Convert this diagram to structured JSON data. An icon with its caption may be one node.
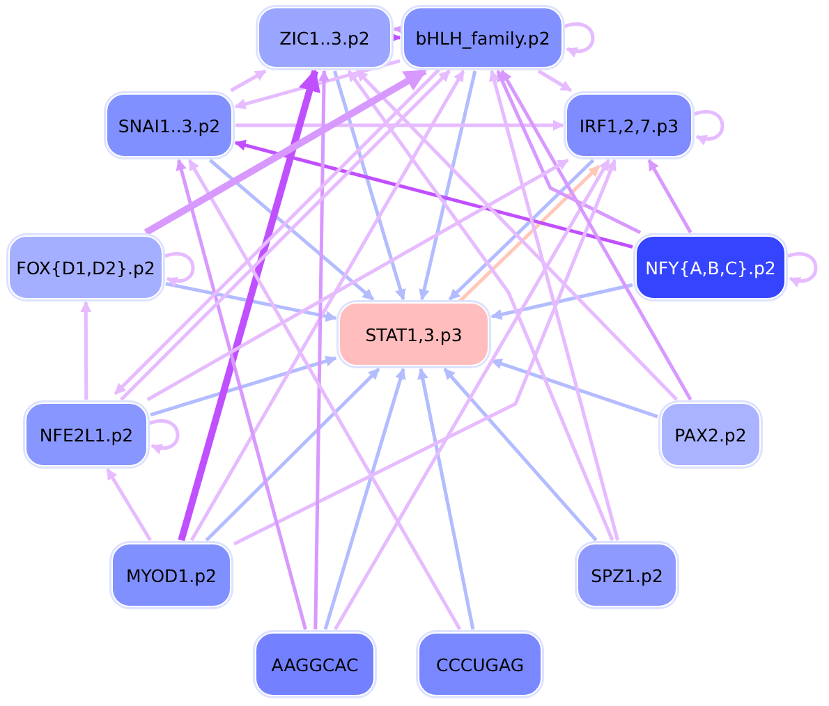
{
  "diagram": {
    "nodes": [
      {
        "text": [
          "ZIC1..3.p2"
        ]
      },
      {
        "text": [
          "bHLH_family.p2"
        ]
      },
      {
        "text": [
          "SNAI1..3.p2"
        ]
      },
      {
        "text": [
          "IRF1,2,7.p3"
        ]
      },
      {
        "text": [
          "FOX{D1,D2}.p2"
        ]
      },
      {
        "text": [
          "NFY{A,B,C}.p2"
        ]
      },
      {
        "text": [
          "STAT1,3.p3"
        ]
      },
      {
        "text": [
          "NFE2L1.p2"
        ]
      },
      {
        "text": [
          "PAX2.p2"
        ]
      },
      {
        "text": [
          "MYOD1.p2"
        ]
      },
      {
        "text": [
          "SPZ1.p2"
        ]
      },
      {
        "text": [
          "AAGGCAC"
        ]
      },
      {
        "text": [
          "CCCUGAG"
        ]
      }
    ],
    "edges": [
      {
        "from": 0,
        "to": 6,
        "arrow": "to",
        "color": "#b3bcff"
      },
      {
        "from": 1,
        "to": 6,
        "arrow": "to",
        "color": "#b3bcff"
      },
      {
        "from": 2,
        "to": 6,
        "arrow": "to",
        "color": "#b3bcff"
      },
      {
        "from": 4,
        "to": 6,
        "arrow": "to",
        "color": "#b3bcff"
      },
      {
        "from": 5,
        "to": 6,
        "arrow": "to",
        "color": "#b3bcff"
      },
      {
        "from": 3,
        "to": 6,
        "arrow": "to",
        "color": "#b3bcff"
      },
      {
        "from": 7,
        "to": 6,
        "arrow": "to",
        "color": "#b3bcff"
      },
      {
        "from": 8,
        "to": 6,
        "arrow": "to",
        "color": "#b3bcff"
      },
      {
        "from": 9,
        "to": 6,
        "arrow": "to",
        "color": "#b3bcff"
      },
      {
        "from": 10,
        "to": 6,
        "arrow": "to",
        "color": "#b3bcff"
      },
      {
        "from": 11,
        "to": 6,
        "arrow": "to",
        "color": "#b3bcff"
      },
      {
        "from": 12,
        "to": 6,
        "arrow": "to",
        "color": "#b3bcff"
      },
      {
        "from": 6,
        "to": 3,
        "arrow": "to",
        "color": "#ffc8b8"
      },
      {
        "from": 0,
        "to": 1,
        "arrow": "to",
        "color": "#c050ff"
      },
      {
        "from": 1,
        "to": 0,
        "arrow": "to",
        "color": "#d899ff"
      },
      {
        "from": 1,
        "to": 1,
        "arrow": "to"
      },
      {
        "from": 3,
        "to": 3,
        "arrow": "to"
      },
      {
        "from": 4,
        "to": 4,
        "arrow": "to"
      },
      {
        "from": 5,
        "to": 5,
        "arrow": "to"
      },
      {
        "from": 7,
        "to": 7,
        "arrow": "to"
      },
      {
        "from": 2,
        "to": 0,
        "arrow": "to"
      },
      {
        "from": 1,
        "to": 2,
        "arrow": "to"
      },
      {
        "from": 1,
        "to": 3,
        "arrow": "to"
      },
      {
        "from": 2,
        "to": 3,
        "arrow": "to"
      },
      {
        "from": 5,
        "to": 2,
        "arrow": "to",
        "color": "#c050ff"
      },
      {
        "from": 5,
        "to": 3,
        "arrow": "to",
        "color": "#d899ff"
      },
      {
        "from": 5,
        "to": 1,
        "arrow": "to",
        "color": "#d899ff"
      },
      {
        "from": 9,
        "to": 0,
        "arrow": "to",
        "style": "thick",
        "color": "#c050ff"
      },
      {
        "from": 9,
        "to": 7,
        "arrow": "to"
      },
      {
        "from": 9,
        "to": 1,
        "arrow": "to"
      },
      {
        "from": 9,
        "to": 3,
        "arrow": "to"
      },
      {
        "from": 11,
        "to": 0,
        "arrow": "to",
        "color": "#d899ff"
      },
      {
        "from": 11,
        "to": 2,
        "arrow": "to",
        "color": "#d899ff"
      },
      {
        "from": 11,
        "to": 3,
        "arrow": "to"
      },
      {
        "from": 12,
        "to": 2,
        "arrow": "to"
      },
      {
        "from": 10,
        "to": 1,
        "arrow": "to"
      },
      {
        "from": 10,
        "to": 0,
        "arrow": "to"
      },
      {
        "from": 8,
        "to": 1,
        "arrow": "to",
        "color": "#d899ff"
      },
      {
        "from": 8,
        "to": 0,
        "arrow": "to"
      },
      {
        "from": 4,
        "to": 1,
        "arrow": "to",
        "style": "thick",
        "color": "#d899ff"
      },
      {
        "from": 7,
        "to": 4,
        "arrow": "to"
      },
      {
        "from": 7,
        "to": 1,
        "arrow": "to"
      },
      {
        "from": 7,
        "to": 3,
        "arrow": "to"
      },
      {
        "from": 1,
        "to": 7,
        "arrow": "to"
      }
    ]
  }
}
